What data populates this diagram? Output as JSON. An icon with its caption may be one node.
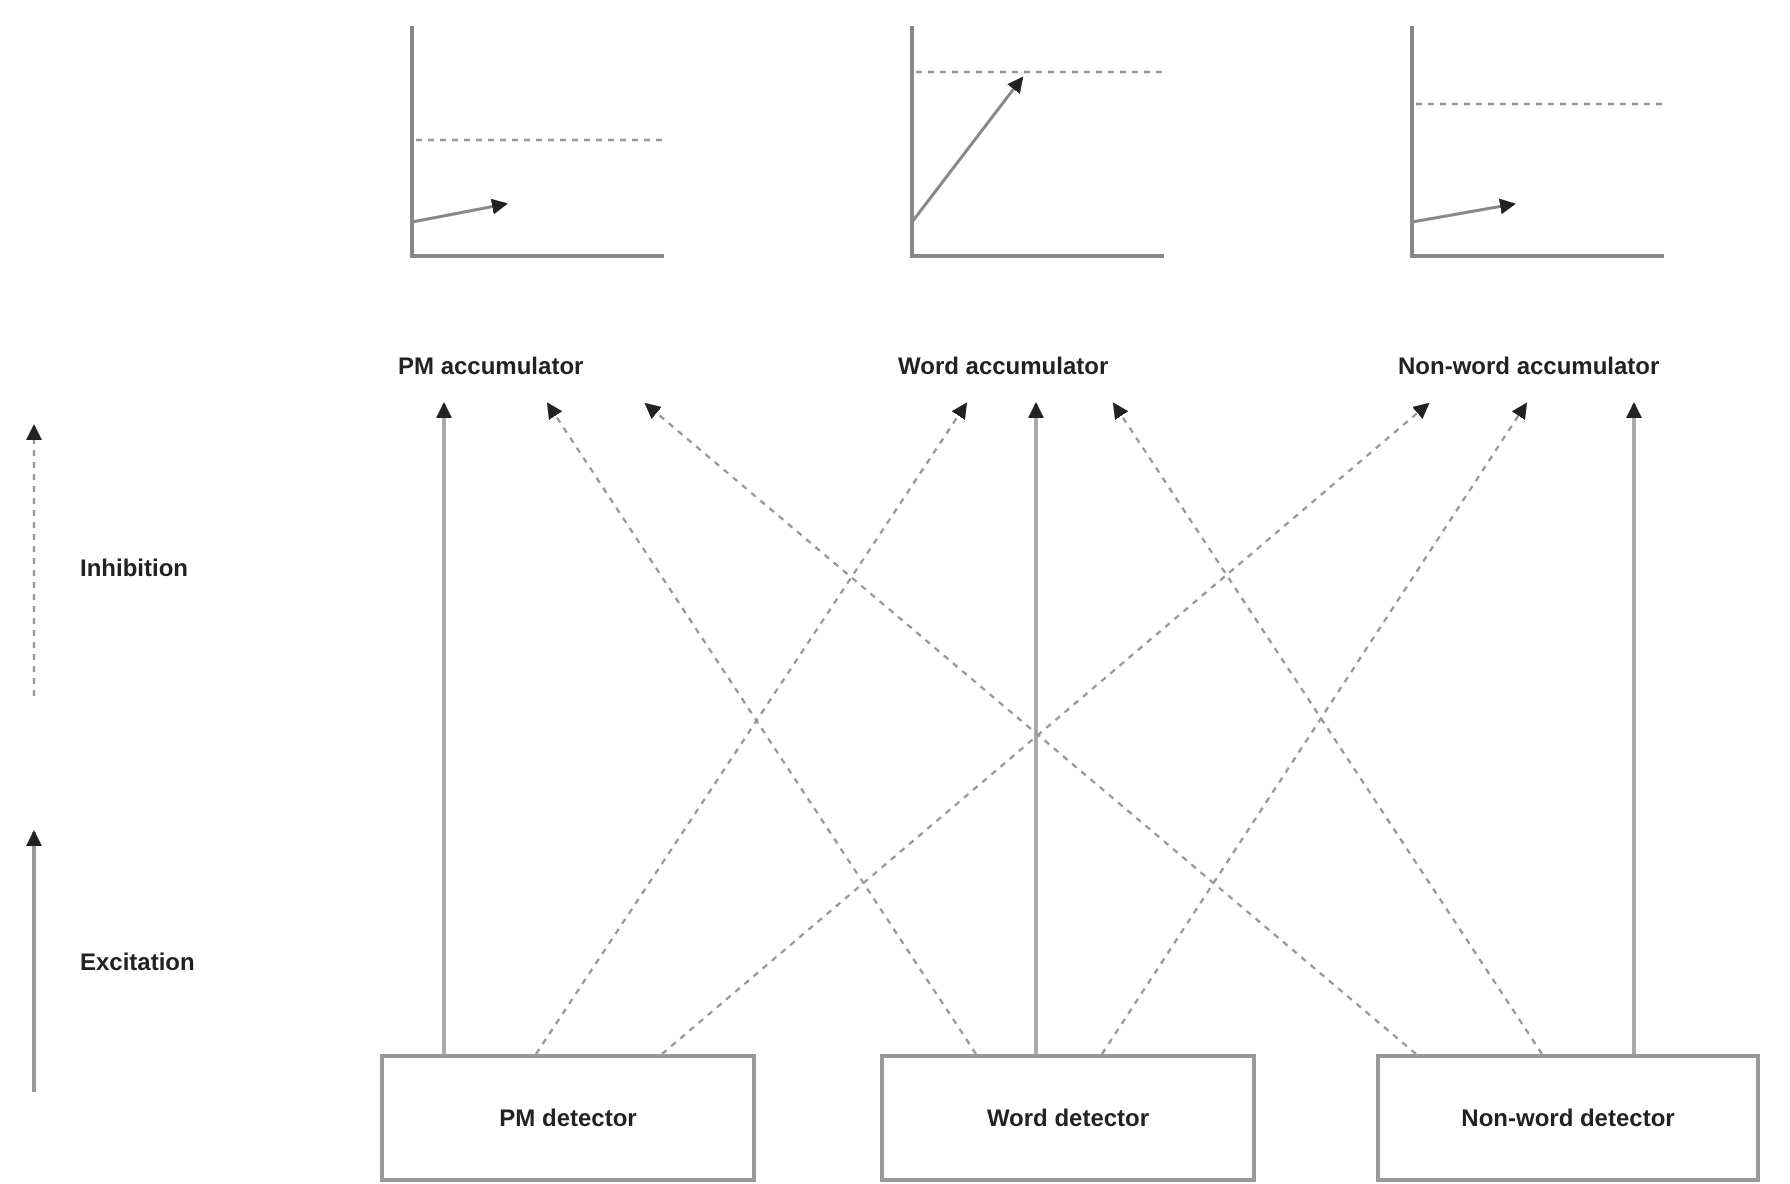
{
  "diagram": {
    "nodes": [
      {
        "text": [
          "PM accumulator"
        ]
      },
      {
        "text": [
          "Word accumulator"
        ]
      },
      {
        "text": [
          "Non-word accumulator"
        ]
      },
      {
        "text": [
          "PM detector"
        ]
      },
      {
        "text": [
          "Word detector"
        ]
      },
      {
        "text": [
          "Non-word detector"
        ]
      }
    ],
    "edges": [
      {
        "from": 3,
        "to": 0,
        "arrow": "to"
      },
      {
        "from": 4,
        "to": 1,
        "arrow": "to"
      },
      {
        "from": 5,
        "to": 2,
        "arrow": "to"
      },
      {
        "from": 3,
        "to": 1,
        "arrow": "to",
        "style": "dashed"
      },
      {
        "from": 3,
        "to": 2,
        "arrow": "to",
        "style": "dashed"
      },
      {
        "from": 4,
        "to": 0,
        "arrow": "to",
        "style": "dashed"
      },
      {
        "from": 4,
        "to": 2,
        "arrow": "to",
        "style": "dashed"
      },
      {
        "from": 5,
        "to": 0,
        "arrow": "to",
        "style": "dashed"
      },
      {
        "from": 5,
        "to": 1,
        "arrow": "to",
        "style": "dashed"
      }
    ],
    "legend": [
      {
        "text": "Inhibition"
      },
      {
        "text": "Excitation"
      }
    ]
  }
}
